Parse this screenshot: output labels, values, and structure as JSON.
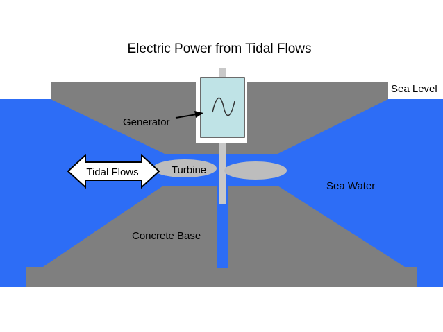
{
  "title": "Electric Power from Tidal Flows",
  "labels": {
    "sea_level": "Sea Level",
    "generator": "Generator",
    "turbine": "Turbine",
    "tidal_flows": "Tidal Flows",
    "sea_water": "Sea Water",
    "concrete_base": "Concrete Base"
  },
  "colors": {
    "sea_water": "#2d6df6",
    "concrete": "#7f7f7f",
    "shaft": "#c8c8c8",
    "turbine": "#bdbdbd",
    "generator_fill": "#bfe3e6",
    "background": "#ffffff"
  }
}
